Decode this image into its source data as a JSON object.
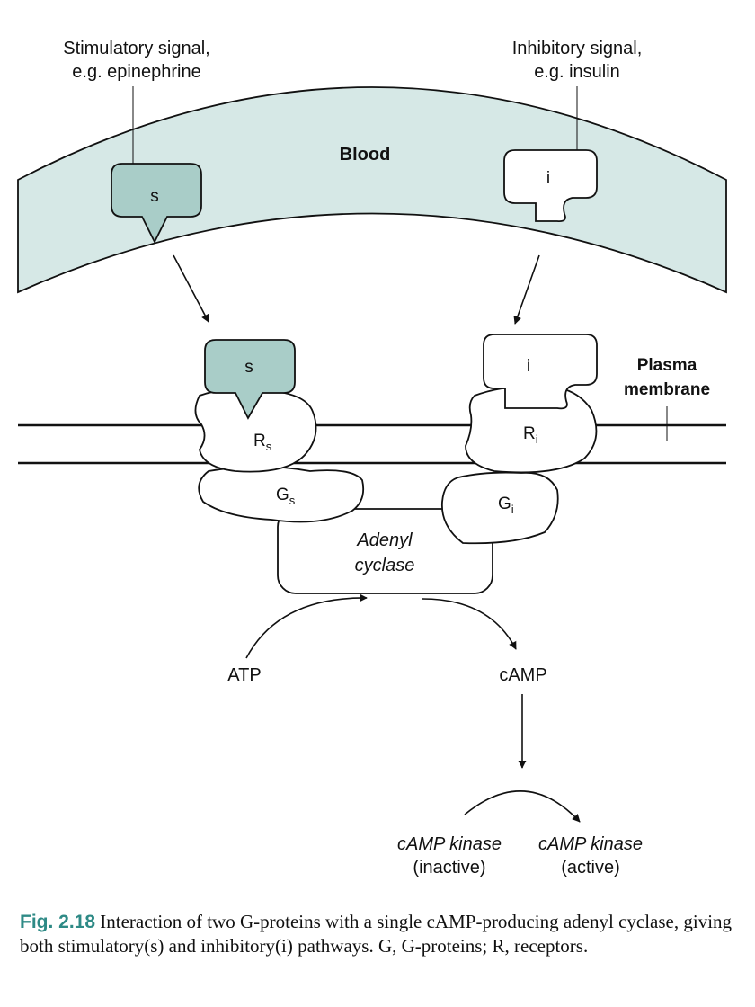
{
  "labels": {
    "stimulatory_signal": [
      "Stimulatory signal,",
      "e.g. epinephrine"
    ],
    "inhibitory_signal": [
      "Inhibitory signal,",
      "e.g. insulin"
    ],
    "blood": "Blood",
    "plasma_membrane": [
      "Plasma",
      "membrane"
    ],
    "ligand_s": "s",
    "ligand_i": "i",
    "receptor_s": {
      "main": "R",
      "sub": "s"
    },
    "receptor_i": {
      "main": "R",
      "sub": "i"
    },
    "gprotein_s": {
      "main": "G",
      "sub": "s"
    },
    "gprotein_i": {
      "main": "G",
      "sub": "i"
    },
    "adenyl_cyclase": [
      "Adenyl",
      "cyclase"
    ],
    "atp": "ATP",
    "camp": "cAMP",
    "kinase_inactive": [
      "cAMP kinase",
      "(inactive)"
    ],
    "kinase_active": [
      "cAMP kinase",
      "(active)"
    ]
  },
  "caption": {
    "fig_label": "Fig. 2.18",
    "text": " Interaction of two G-proteins with a single cAMP-producing adenyl cyclase, giving both stimulatory(s) and inhibitory(i) pathways. G, G-proteins; R, receptors."
  },
  "colors": {
    "blood_fill": "#d6e8e6",
    "stim_ligand_fill": "#a9cdc8",
    "accent": "#2e8a86",
    "line": "#111111"
  }
}
